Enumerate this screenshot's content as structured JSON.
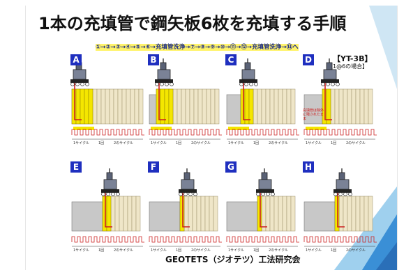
{
  "slide": {
    "title": "1本の充填管で鋼矢板6枚を充填する手順",
    "sequence": "①→②→③→④→⑤→⑥→充填管洗浄→⑦→⑧→⑨→⑩→⑪→⑫→充填管洗浄→⑬へ",
    "model": "【YT-3B】",
    "model_sub": "【1@6の場合】",
    "footer": "GEOTETS（ジオテツ）工法研究会",
    "note_d": "充填管は除外に残されたまま",
    "cycle_label_1": "1サイクル",
    "cycle_label_2": "2のサイクル",
    "cycle_mid": "1回"
  },
  "panels": [
    {
      "label": "A",
      "step": 1
    },
    {
      "label": "B",
      "step": 2
    },
    {
      "label": "C",
      "step": 3
    },
    {
      "label": "D",
      "step": 4
    },
    {
      "label": "E",
      "step": 5
    },
    {
      "label": "F",
      "step": 6
    },
    {
      "label": "G",
      "step": 7
    },
    {
      "label": "H",
      "step": 8
    }
  ],
  "colors": {
    "accent_blue": "#1f2fbf",
    "fill_yellow": "#f4e600",
    "pile_beige": "#efe6c8",
    "ground_gray": "#c8c8c8",
    "wave_red": "#cc2020",
    "deco_blue": "#3a8fd6"
  }
}
